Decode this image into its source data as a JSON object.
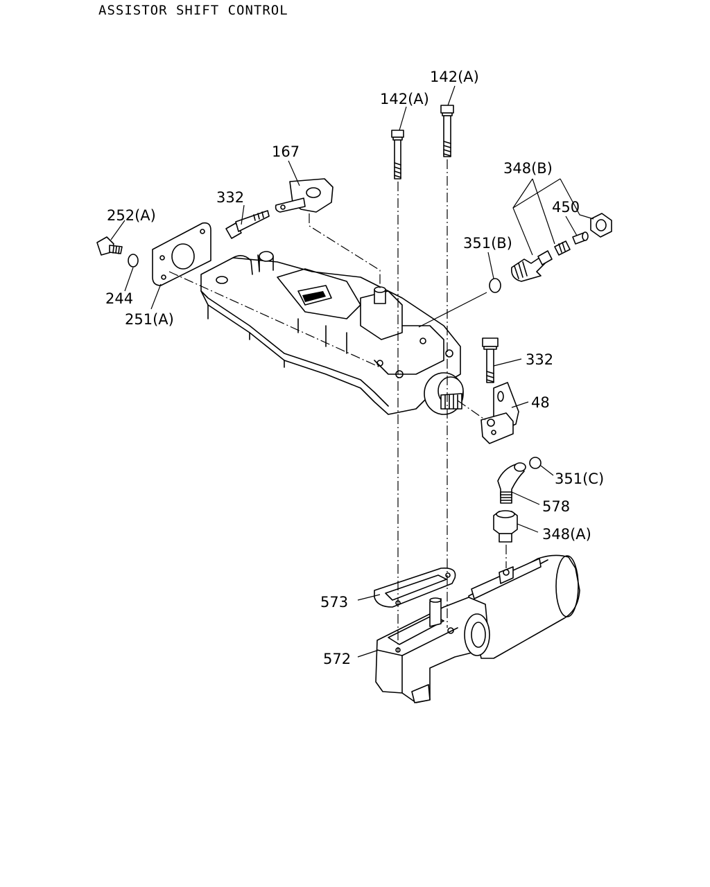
{
  "title": "ASSISTOR SHIFT CONTROL",
  "callouts": {
    "c142a_top": "142(A)",
    "c142a_left": "142(A)",
    "c167": "167",
    "c348b": "348(B)",
    "c332_top": "332",
    "c252a": "252(A)",
    "c450": "450",
    "c351b": "351(B)",
    "c244": "244",
    "c251a": "251(A)",
    "c332_right": "332",
    "c48": "48",
    "c351c": "351(C)",
    "c578": "578",
    "c348a": "348(A)",
    "c573": "573",
    "c572": "572"
  }
}
